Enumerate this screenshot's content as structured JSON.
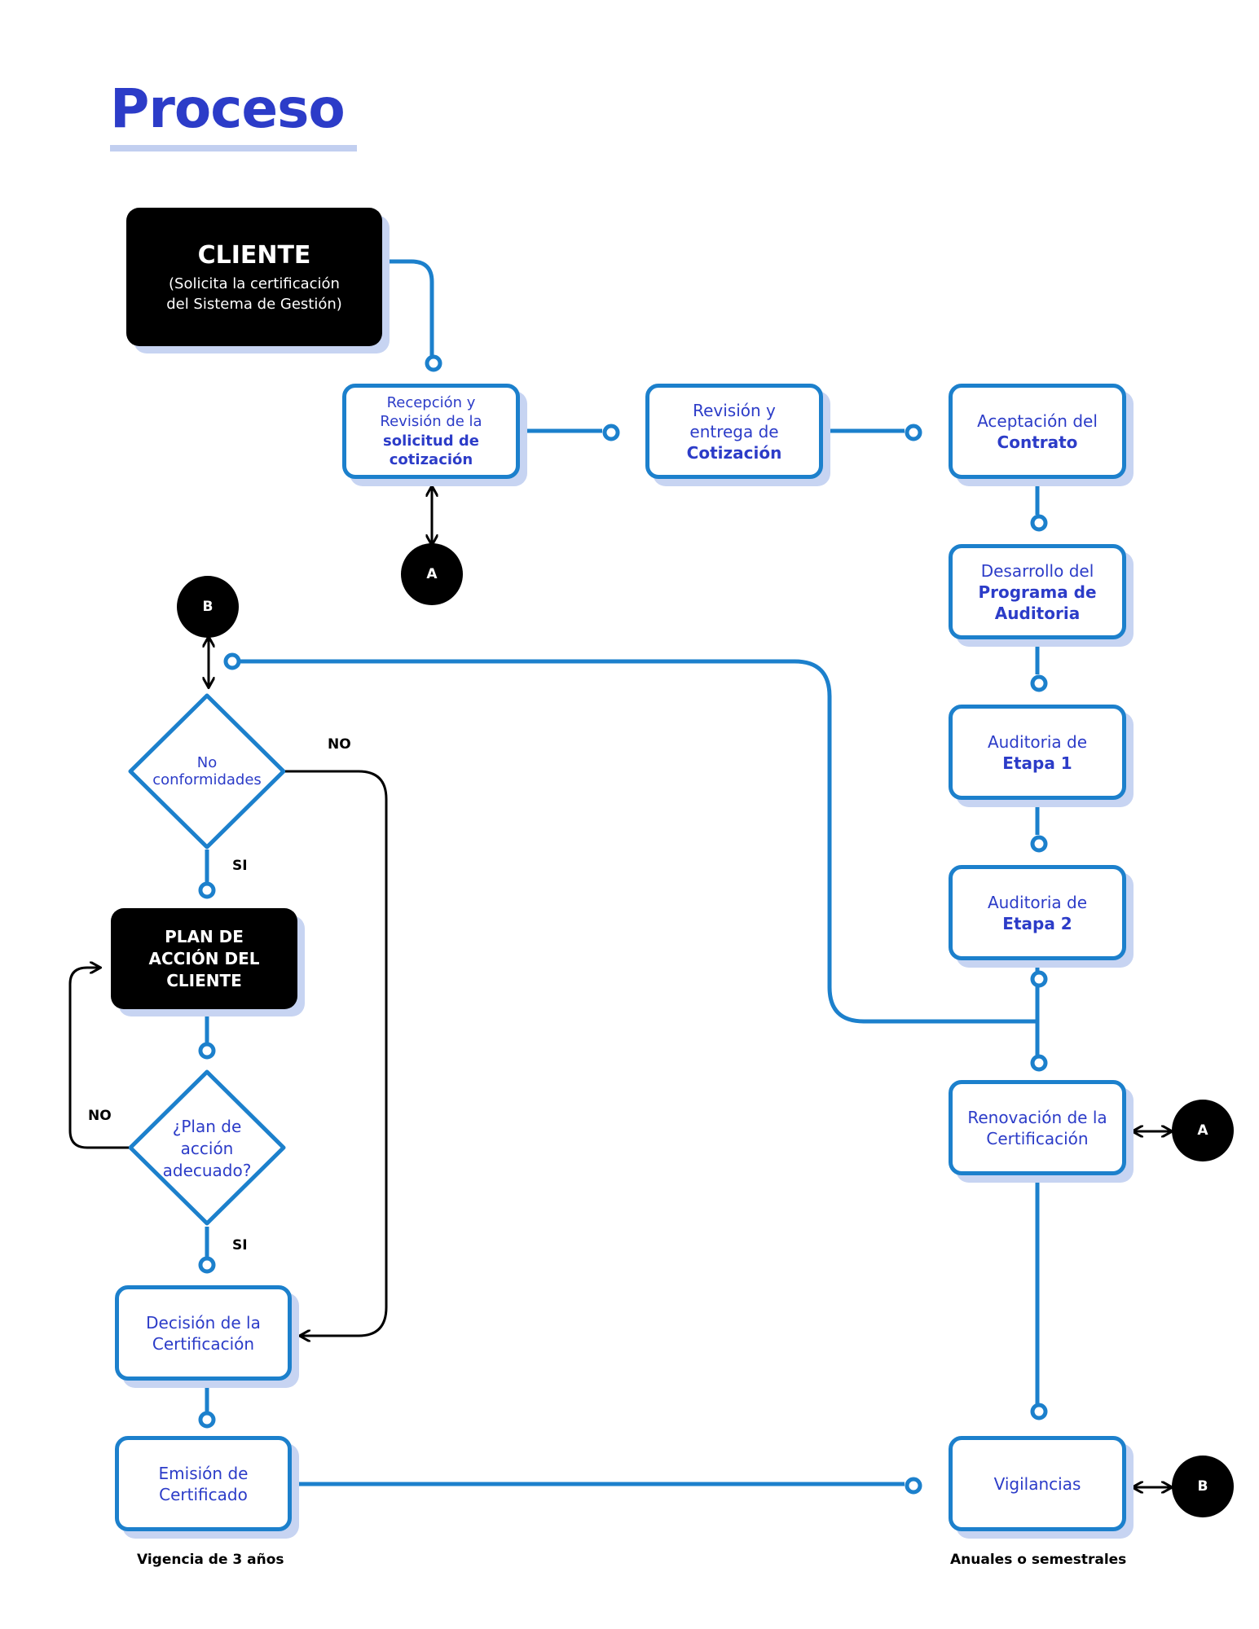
{
  "title": "Proceso",
  "cliente": {
    "title": "CLIENTE",
    "sub1": "(Solicita la certificación",
    "sub2": "del Sistema de Gestión)"
  },
  "recepcion": {
    "l1": "Recepción y",
    "l2": "Revisión de la",
    "l3": "solicitud de",
    "l4": "cotización"
  },
  "revision": {
    "l1": "Revisión y",
    "l2": "entrega de",
    "l3": "Cotización"
  },
  "aceptacion": {
    "l1": "Aceptación del",
    "l2": "Contrato"
  },
  "desarrollo": {
    "l1": "Desarrollo del",
    "l2": "Programa de",
    "l3": "Auditoria"
  },
  "etapa1": {
    "l1": "Auditoria de",
    "l2": "Etapa 1"
  },
  "etapa2": {
    "l1": "Auditoria de",
    "l2": "Etapa 2"
  },
  "renovacion": {
    "l1": "Renovación de la",
    "l2": "Certificación"
  },
  "vigilancias": {
    "l1": "Vigilancias"
  },
  "no_conformidades": {
    "l1": "No",
    "l2": "conformidades"
  },
  "plan_accion": {
    "l1": "PLAN DE",
    "l2": "ACCIÓN DEL",
    "l3": "CLIENTE"
  },
  "plan_adecuado": {
    "l1": "¿Plan de",
    "l2": "acción",
    "l3": "adecuado?"
  },
  "decision": {
    "l1": "Decisión de la",
    "l2": "Certificación"
  },
  "emision": {
    "l1": "Emisión de",
    "l2": "Certificado"
  },
  "connectors": {
    "a": "A",
    "b": "B"
  },
  "labels": {
    "no": "NO",
    "si": "SI"
  },
  "footers": {
    "vigencia": "Vigencia de 3 años",
    "anuales": "Anuales o semestrales"
  },
  "colors": {
    "blue_line": "#1c80cc",
    "text_blue": "#2c3cc8",
    "shadow": "#c7d4f2",
    "black": "#000000"
  }
}
